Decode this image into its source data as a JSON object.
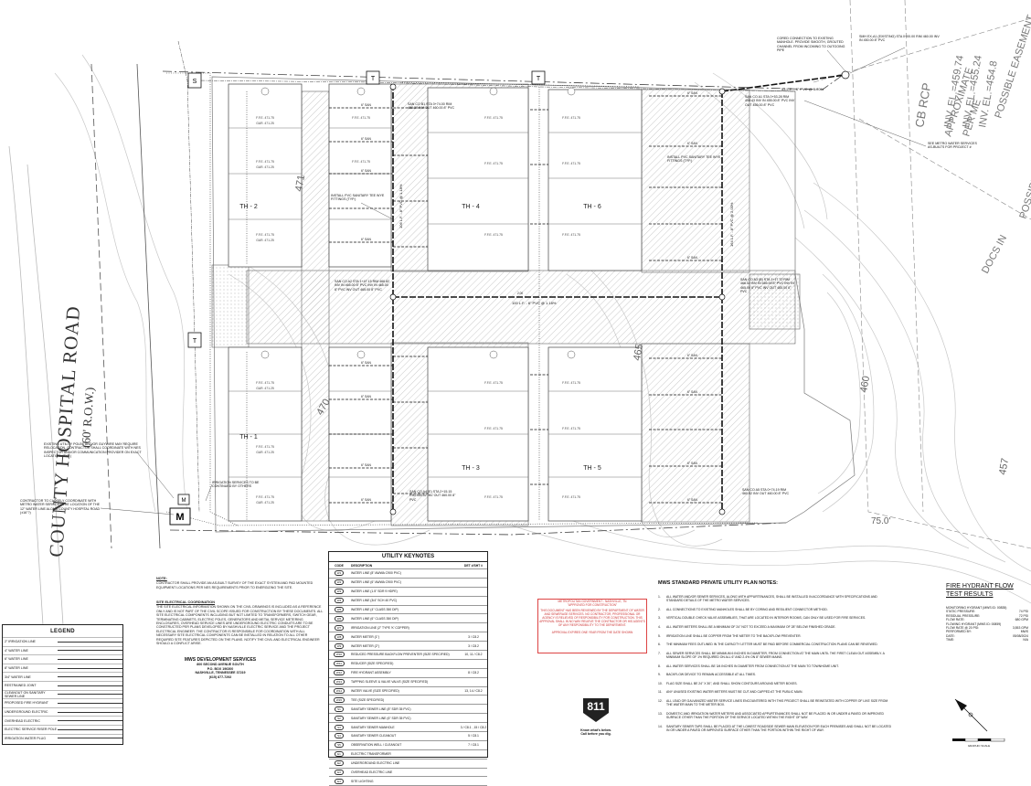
{
  "road": {
    "name": "COUNTY HOSPITAL ROAD",
    "row": "(60' R.O.W.)"
  },
  "buildings": [
    {
      "id": "th2",
      "label": "TH - 2"
    },
    {
      "id": "th4",
      "label": "TH - 4"
    },
    {
      "id": "th6",
      "label": "TH - 6"
    },
    {
      "id": "th1",
      "label": "TH - 1"
    },
    {
      "id": "th3",
      "label": "TH - 3"
    },
    {
      "id": "th5",
      "label": "TH - 5"
    }
  ],
  "contours": [
    "470",
    "471",
    "465",
    "460",
    "457",
    "75.0'"
  ],
  "easement_labels": [
    "POSSIBLE EASEMENT",
    "POSSIBLE EASE",
    "APPROXIMATE",
    "PER ME",
    "CB RCP",
    "INV. EL.=459.74",
    "INV. EL.=455.24",
    "INV. EL.=454.8",
    "DOCS IN"
  ],
  "plan_labels": {
    "sewer_main_center": "100 L.F. - 8\" PVC @ 1.18%",
    "sewer_main_top": "53 L.F. - 8\" PVC @ 5.70%",
    "vert_main_a": "106 L.F. - 8\" PVC @ 1.18%",
    "vert_main_b": "164 L.F. - 8\" PVC @ 2.00%",
    "cored_connection": "CORED CONNECTION TO EXISTING MANHOLE. PROVIDE SMOOTH, GROUTED CHANNEL FROM INCOMING TO OUTGOING PIPE",
    "smh_existing": "SMH EX-A1 (EXISTING) STA 0+00.00 RIM 460.00 INV IN 450.00 8\" PVC",
    "metro_water": "SEE METRO WATER SERVICES AS-BUILTS FOR PROJECT #",
    "install_tee_a": "INSTALL PVC SANITARY TEE WYE FITTINGS (TYP.)",
    "install_tee_b": "INSTALL PVC SANITARY TEE WYE FITTINGS (TYP.)",
    "san_co_b1": "SAN CO B1 STA 0+74.00 RIM 468.30 INV OUT 460.00 8\" PVC",
    "san_co_a1": "SAN CO A1 STA 0+53.28 RIM 458.43 INV IN 455.00 8\" PVC INV OUT 455.00 8\" PVC",
    "san_co_a2": "SAN CO A2 STA 1+47.15 RIM 466.82 INV IN 465.00 8\" PVC INV IN 465.00 8\" PVC INV OUT 465.00 8\" PVC",
    "san_co_a3": "SAN CO A3 (B) STA 1+17.72 RIM 466.52 INV IN 465.00 8\" PVC INV IN 465.00 8\" PVC INV OUT 465.00 8\" PVC",
    "san_co_a4": "SAN CO A4 (E) STA 2+15.15 RIM 465.52 INV OUT 460.00 8\" PVC",
    "san_co_a5": "SAN CO A5 STA 0+74.19 RIM 460.02 INV OUT 460.00 8\" PVC",
    "irrigation": "IRRIGATION SERVICES TO BE CONTINUED BY OTHERS",
    "existing_utility": "EXISTING UTILITY POLES AND/OR GUYWIRE MAY REQUIRE RELOCATION. CONTRACTOR SHALL COORDINATE WITH NES INSPECTOR AND/OR COMMUNICATION PROVIDER ON EXACT LOCATION. (TYP.)",
    "coordinate_metro": "CONTRACTOR TO CLOSELY COORDINATE WITH METRO WATER SERVICES THE LOCATION OF THE 12\" WATER LINE ALONG COUNTY HOSPITAL ROAD (±16\"?)",
    "san_tag": "6\" SAN",
    "ffe": "F.F.E. 471.75",
    "gar": "GAR. 471.25",
    "sym_s": "S",
    "sym_t": "T",
    "sym_m": "M",
    "slope_small": "2.00",
    "pipe_typ": "(TYP)"
  },
  "contractor_note": {
    "title": "NOTE:",
    "text": "CONTRACTOR SHALL PROVIDE AN AS-BUILT SURVEY OF THE EXACT SYSTEM AND PAD MOUNTED EQUIPMENT LOCATIONS PER NES REQUIREMENTS PRIOR TO ENERGIZING THE SITE."
  },
  "site_coordination": {
    "title": "SITE ELECTRICAL COORDINATION",
    "text": "THE SITE ELECTRICAL INFORMATION SHOWN ON THE CIVIL DRAWINGS IS INCLUDED AS A REFERENCE ONLY AND IS NOT PART OF THE CIVIL SCOPE ISSUED FOR CONSTRUCTION BY THESE DOCUMENTS. ALL SITE ELECTRICAL COMPONENTS INCLUDING BUT NOT LIMITED TO TRANSFORMERS, SWITCH GEAR, TERMINATING CABINETS, ELECTRIC POLES, GENERATORS AND METAL SERVICE METERING ENCLOSURES, OVERHEAD SERVICE LINES ARE UNDERGROUND ELECTRIC CONDUITS ARE TO BE CONSTRUCTED PER PLANS DEVELOPED BY NASHVILLE ELECTRIC SERVICE AND THE PROJECT ELECTRICAL ENGINEER. THE CONTRACTOR IS RESPONSIBLE FOR COORDINATION WITH ALL NECESSARY SITE ELECTRICAL COMPONENTS CAN BE INSTALLED IN RELATION TO ALL OTHER REQUIRED SITE FEATURES DEPICTED ON THE PLANS. NOTIFY THE CIVIL AND ELECTRICAL ENGINEER SHOULD A CONFLICT ARISE."
  },
  "developer": {
    "name": "MWS DEVELOPMENT SERVICES",
    "address1": "800 SECOND AVENUE SOUTH",
    "address2": "P.O. BOX 196300",
    "city": "NASHVILLE, TENNESSEE 37219",
    "phone": "(615) 877-7292"
  },
  "legend": {
    "title": "LEGEND",
    "rows": [
      {
        "label": "2\" IRRIGATION LINE",
        "sym": "2\" IRR"
      },
      {
        "label": "4\" WATER LINE",
        "sym": "4\" W"
      },
      {
        "label": "6\" WATER LINE",
        "sym": "6\" W"
      },
      {
        "label": "8\" WATER LINE",
        "sym": "8\" W"
      },
      {
        "label": "3/4\" WATER LINE",
        "sym": "3/4\" W"
      },
      {
        "label": "RESTRAINED JOINT",
        "sym": ""
      },
      {
        "label": "CLEANOUT ON SANITARY SEWER LINE",
        "sym": ""
      },
      {
        "label": "PROPOSED FIRE HYDRANT",
        "sym": ""
      },
      {
        "label": "UNDERGROUND ELECTRIC",
        "sym": "UE"
      },
      {
        "label": "OVERHEAD ELECTRIC",
        "sym": "OE"
      },
      {
        "label": "ELECTRIC SERVICE RISER POLE",
        "sym": ""
      },
      {
        "label": "IRRIGATION WATER PLUG",
        "sym": ""
      }
    ]
  },
  "keynotes": {
    "title": "UTILITY KEYNOTES",
    "headers": [
      "CODE",
      "DESCRIPTION",
      "DET #/SHT #"
    ],
    "rows": [
      {
        "code": "W1",
        "desc": "WATER LINE (8\" AWWA C900 PVC)",
        "det": ""
      },
      {
        "code": "W2",
        "desc": "WATER LINE (6\" AWWA C900 PVC)",
        "det": ""
      },
      {
        "code": "W3",
        "desc": "WATER LINE (1.5\" SDR 9 HDPE)",
        "det": ""
      },
      {
        "code": "W4",
        "desc": "WATER LINE (3/4\" SCH 40 PVC)",
        "det": ""
      },
      {
        "code": "W5",
        "desc": "WATER LINE (4\" CLASS 350 DIP)",
        "det": ""
      },
      {
        "code": "W6",
        "desc": "WATER LINE (6\" CLASS 350 DIP)",
        "det": ""
      },
      {
        "code": "W7",
        "desc": "IRRIGATION LINE (2\" TYPE 'K' COPPER)",
        "det": ""
      },
      {
        "code": "W8",
        "desc": "WATER METER (1\")",
        "det": "3 / C8.2"
      },
      {
        "code": "W9",
        "desc": "WATER METER (2\")",
        "det": "3 / C8.2"
      },
      {
        "code": "W10",
        "desc": "REDUCED PRESSURE BACKFLOW PREVENTER (SIZE SPECIFIED)",
        "det": "10, 11 / C8.2"
      },
      {
        "code": "W11",
        "desc": "REDUCER (SIZE SPECIFIED)",
        "det": ""
      },
      {
        "code": "W12",
        "desc": "FIRE HYDRANT ASSEMBLY",
        "det": "8 / C8.2"
      },
      {
        "code": "W13",
        "desc": "TAPPING SLEEVE & VALVE VALVE (SIZE SPECIFIED)",
        "det": ""
      },
      {
        "code": "W14",
        "desc": "WATER VALVE (SIZE SPECIFIED)",
        "det": "13, 14 / C8.2"
      },
      {
        "code": "W15",
        "desc": "TEE (SIZE SPECIFIED)",
        "det": ""
      },
      {
        "code": "S1",
        "desc": "SANITARY SEWER LINE (8\" SDR 35 PVC)",
        "det": ""
      },
      {
        "code": "S2",
        "desc": "SANITARY SEWER LINE (6\" SDR 35 PVC)",
        "det": ""
      },
      {
        "code": "S3",
        "desc": "SANITARY SEWER MANHOLE",
        "det": "3 / C8.1 , 15 / C8.2"
      },
      {
        "code": "S4",
        "desc": "SANITARY SEWER CLEANOUT",
        "det": "5 / C8.1"
      },
      {
        "code": "S5",
        "desc": "OBSERVATION WELL / CLEANOUT",
        "det": "7 / C8.1"
      },
      {
        "code": "E1",
        "desc": "ELECTRIC TRANSFORMER",
        "det": ""
      },
      {
        "code": "E2",
        "desc": "UNDERGROUND ELECTRIC LINE",
        "det": ""
      },
      {
        "code": "E3",
        "desc": "OVERHEAD ELECTRIC LINE",
        "det": ""
      },
      {
        "code": "E4",
        "desc": "SITE LIGHTING",
        "det": ""
      }
    ]
  },
  "stamp": {
    "line1": "METROPOLITAN GOVERNMENT - NASHVILLE, TN",
    "line2": "\"APPROVED FOR CONSTRUCTION\"",
    "line3": "THIS DOCUMENT HAS BEEN REVIEWED BY THE DEPARTMENT OF WATER AND SEWERAGE SERVICES. NO CONTRACTOR, PROFESSIONAL OR AGENCY IS RELIEVED OF RESPONSIBILITY FOR CONSTRUCTION. THIS APPROVAL SHALL IN NO WAY RELIEVE THE CONTRACTOR OR HIS AGENTS OF ANY RESPONSIBILITY TO THE DEPARTMENT.",
    "line4": "APPROVAL EXPIRES ONE YEAR FROM THE DATE SHOWN"
  },
  "logo811": {
    "number": "811",
    "line1": "Know what's below.",
    "line2": "Call before you dig."
  },
  "mws_notes": {
    "title": "MWS STANDARD PRIVATE UTILITY PLAN NOTES:",
    "items": [
      "ALL WATER AND/OR SEWER SERVICES, ALONG WITH APPURTENANCES, SHALL BE INSTALLED IN ACCORDANCE WITH SPECIFICATIONS AND STANDARD DETAILS OF THE METRO WATER SERVICES.",
      "ALL CONNECTIONS TO EXISTING MANHOLES SHALL BE BY CORING AND RESILIENT CONNECTOR METHOD.",
      "VERTICAL DOUBLE CHECK VALVE ASSEMBLIES, THAT ARE LOCATED IN INTERIOR ROOMS, CAN ONLY BE USED FOR FIRE SERVICES.",
      "ALL WATER METERS SHALL BE A MINIMUM OF 24\" NOT TO EXCEED A MAXIMUM OF 28\" BELOW FINISHED GRADE.",
      "IRRIGATION LINE SHALL BE COPPER FROM THE METER TO THE BACKFLOW PREVENTER.",
      "THE MINIMUM FEES OUTLINED IN THE CAPACITY LETTER MUST BE PAID BEFORE COMMERCIAL CONSTRUCTION PLANS CAN BE REVIEWED.",
      "ALL SEWER SERVICES SHALL BE MINIMUM 6 INCHES IN DIAMETER, FROM CONNECTION AT THE MAIN UNTIL THE FIRST CLEAN OUT ASSEMBLY. A MINIMUM SLOPE OF 1% REQUIRED ON ALL 6\" AND 2.4% ON 8\" SEWER MAINS.",
      "ALL WATER SERVICES SHALL BE 3/4 INCHES IN DIAMETER FROM CONNECTION AT THE MAIN TO TOWNHOME UNIT.",
      "BACKFLOW DEVICE TO REMAIN ACCESSIBLE AT ALL TIMES.",
      "FLAG SIZE SHALL BE 24\" X 30\", AND SHALL SHOW CONTOURS AROUND METER BOXES.",
      "ANY UNUSED EXISTING WATER METERS MUST BE CUT AND CAPPED AT THE PUBLIC MAIN.",
      "ALL LEAD OR GALVANIZED WATER SERVICE LINES ENCOUNTERED WITH THIS PROJECT SHALL BE REINSTATED WITH COPPER OF LIKE SIZE FROM THE WATER MAIN TO THE METER BOX.",
      "DOMESTIC AND IRRIGATION WATER METERS AND ASSOCIATED APPURTENANCES SHALL NOT BE PLACED IN OR UNDER A PAVED OR IMPROVED SURFACE OTHER THAN THE PORTION OF THE SERVICE LOCATED WITHIN THE RIGHT OF WAY.",
      "SANITARY SEWER TAPS SHALL BE PLACED AT THE LOWEST ROADSIDE SEWER MAIN ELEVATION FOR EACH PREMISES AND SHALL NOT BE LOCATED IN OR UNDER A PAVED OR IMPROVED SURFACE OTHER THAN THE PORTION WITHIN THE RIGHT OF WAY."
    ]
  },
  "fire_flow": {
    "title_line1": "FIRE HYDRANT FLOW",
    "title_line2": "TEST RESULTS",
    "rows": [
      {
        "label": "MONITORING HYDRANT (MWS ID: 00835)",
        "value": ""
      },
      {
        "label": "STATIC PRESSURE:",
        "value": "74 PSI"
      },
      {
        "label": "RESIDUAL PRESSURE:",
        "value": "72 PSI"
      },
      {
        "label": "FLOW RATE:",
        "value": "680 GPM"
      },
      {
        "label": "FLOWING HYDRANT (MWS ID: 00859)",
        "value": ""
      },
      {
        "label": "FLOW RATE @ 20 PSI:",
        "value": "3,553 GPM"
      },
      {
        "label": "PERFORMED BY:",
        "value": "MWS"
      },
      {
        "label": "DATE:",
        "value": "05/08/2024"
      },
      {
        "label": "TIME:",
        "value": "N/A"
      }
    ]
  },
  "scale": {
    "label": "GRAPHIC SCALE"
  }
}
